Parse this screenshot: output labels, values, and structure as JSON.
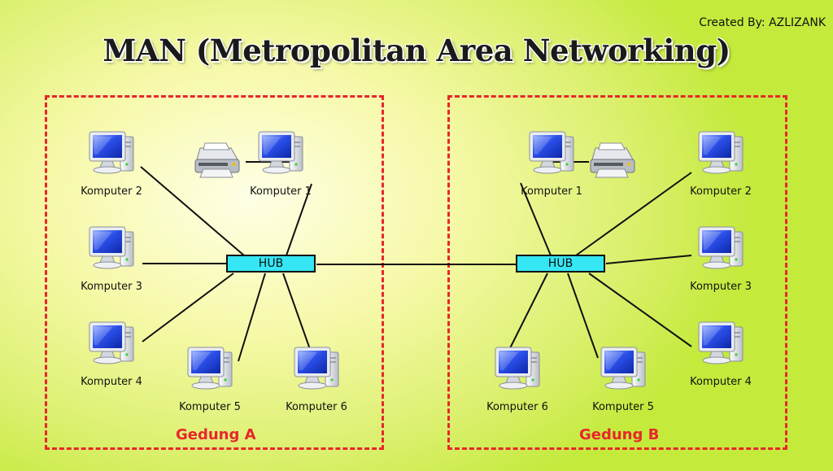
{
  "credit": "Created By: AZLIZANK",
  "title": "MAN (Metropolitan Area Networking)",
  "colors": {
    "boundary": "#e8262c",
    "hub_fill": "#35e6f4",
    "line": "#111111",
    "screen": "#1f3fd6"
  },
  "icons": [
    "computer-icon",
    "printer-icon"
  ],
  "building_a": {
    "label": "Gedung A",
    "hub_label": "HUB",
    "computers": [
      "Komputer 2",
      "Komputer 1",
      "Komputer 3",
      "Komputer 4",
      "Komputer 5",
      "Komputer 6"
    ]
  },
  "building_b": {
    "label": "Gedung B",
    "hub_label": "HUB",
    "computers": [
      "Komputer 1",
      "Komputer 2",
      "Komputer 3",
      "Komputer 4",
      "Komputer 6",
      "Komputer 5"
    ]
  }
}
